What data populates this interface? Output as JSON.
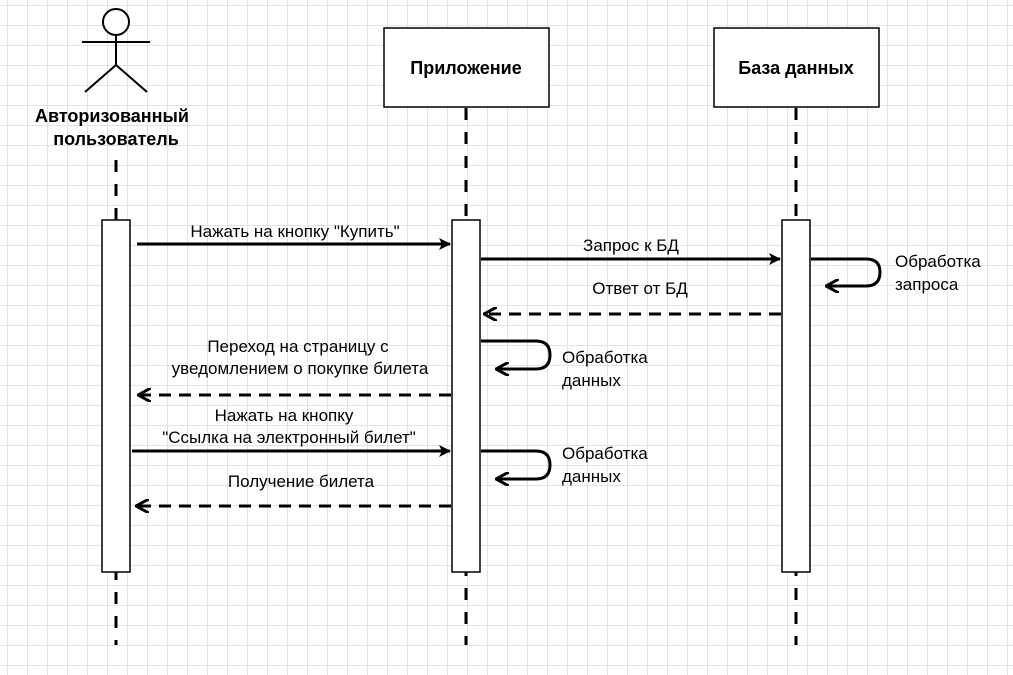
{
  "actor": {
    "name_line1": "Авторизованный",
    "name_line2": "пользователь"
  },
  "participants": {
    "app": "Приложение",
    "db": "База данных"
  },
  "messages": {
    "m1": "Нажать на кнопку \"Купить\"",
    "m2": "Запрос к БД",
    "m3_line1": "Обработка",
    "m3_line2": "запроса",
    "m4": "Ответ от БД",
    "m5_line1": "Переход на страницу с",
    "m5_line2": "уведомлением о покупке билета",
    "m6_line1": "Обработка",
    "m6_line2": "данных",
    "m7_line1": "Нажать на кнопку",
    "m7_line2": "\"Ссылка на электронный билет\"",
    "m8_line1": "Обработка",
    "m8_line2": "данных",
    "m9": "Получение билета"
  },
  "colors": {
    "stroke": "#000000",
    "background": "#ffffff",
    "grid": "#e3e3e3"
  }
}
